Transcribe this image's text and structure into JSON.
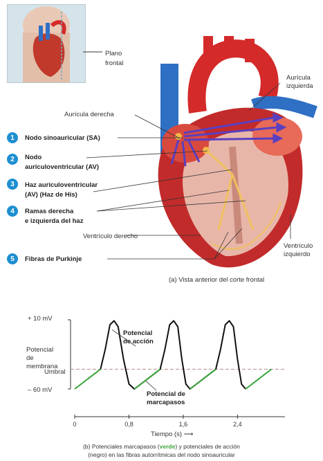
{
  "panel_a": {
    "inset_label_line1": "Plano",
    "inset_label_line2": "frontal",
    "aurícula_derecha": "Aurícula derecha",
    "aurícula_izq_line1": "Aurícula",
    "aurícula_izq_line2": "izquierda",
    "ventriculo_derecho": "Ventrículo derecho",
    "ventriculo_izq_line1": "Ventrículo",
    "ventriculo_izq_line2": "izquierdo",
    "caption": "(a) Vista anterior del corte frontal",
    "items": [
      {
        "num": "1",
        "line1": "Nodo sinoauricular (SA)",
        "line2": "",
        "line3": ""
      },
      {
        "num": "2",
        "line1": "Nodo",
        "line2": "auriculoventricular (AV)",
        "line3": ""
      },
      {
        "num": "3",
        "line1": "Haz auriculoventricular",
        "line2": "(AV) (Haz de His)",
        "line3": ""
      },
      {
        "num": "4",
        "line1": "Ramas derecha",
        "line2": "e izquierda del haz",
        "line3": ""
      },
      {
        "num": "5",
        "line1": "Fibras de Purkinje",
        "line2": "",
        "line3": ""
      }
    ],
    "colors": {
      "badge": "#1e8fd1",
      "heart_red": "#d42a2a",
      "vein_blue": "#2f6fc4",
      "arrow_purple": "#5a3fc0"
    }
  },
  "panel_b": {
    "y_top_label": "+ 10 mV",
    "y_bottom_label": "– 60 mV",
    "ylabel_line1": "Potencial",
    "ylabel_line2": "de",
    "ylabel_line3": "membrana",
    "umbral": "Umbral",
    "potencial_accion_line1": "Potencial",
    "potencial_accion_line2": "de acción",
    "potencial_marcapasos_line1": "Potencial de",
    "potencial_marcapasos_line2": "marcapasos",
    "xlabel": "Tiempo (s)",
    "caption_pre": "(b) Potenciales marcapasos (",
    "caption_green": "verde",
    "caption_post": ") y potenciales de acción",
    "caption_line2": "(negro) en las fibras autorrítmicas del nodo sinoauricular",
    "colors": {
      "pacemaker": "#3aa53a",
      "action": "#111111",
      "threshold": "#b88a8a"
    }
  },
  "chart_data": {
    "type": "line",
    "xlabel": "Tiempo (s)",
    "ylabel": "Potencial de membrana",
    "x_ticks": [
      "0",
      "0,8",
      "1,6",
      "2,4"
    ],
    "y_ticks": [
      "+ 10 mV",
      "– 60 mV"
    ],
    "xlim": [
      0,
      3.1
    ],
    "ylim": [
      -60,
      10
    ],
    "threshold_mV": -40,
    "series": [
      {
        "name": "Potencial de marcapasos",
        "color": "#3aa53a",
        "segments": [
          [
            [
              0,
              -60
            ],
            [
              0.38,
              -40
            ]
          ],
          [
            [
              0.88,
              -60
            ],
            [
              1.26,
              -40
            ]
          ],
          [
            [
              1.7,
              -60
            ],
            [
              2.08,
              -40
            ]
          ],
          [
            [
              2.52,
              -60
            ],
            [
              2.9,
              -40
            ]
          ]
        ]
      },
      {
        "name": "Potencial de acción",
        "color": "#111111",
        "points": [
          [
            0.38,
            -40
          ],
          [
            0.45,
            -20
          ],
          [
            0.52,
            5
          ],
          [
            0.58,
            9
          ],
          [
            0.64,
            3
          ],
          [
            0.72,
            -30
          ],
          [
            0.8,
            -55
          ],
          [
            0.88,
            -60
          ],
          [
            1.26,
            -40
          ],
          [
            1.33,
            -20
          ],
          [
            1.4,
            5
          ],
          [
            1.46,
            9
          ],
          [
            1.52,
            3
          ],
          [
            1.58,
            -30
          ],
          [
            1.64,
            -55
          ],
          [
            1.7,
            -60
          ],
          [
            2.08,
            -40
          ],
          [
            2.15,
            -20
          ],
          [
            2.22,
            5
          ],
          [
            2.28,
            9
          ],
          [
            2.34,
            3
          ],
          [
            2.4,
            -30
          ],
          [
            2.46,
            -55
          ],
          [
            2.52,
            -60
          ]
        ]
      }
    ]
  }
}
